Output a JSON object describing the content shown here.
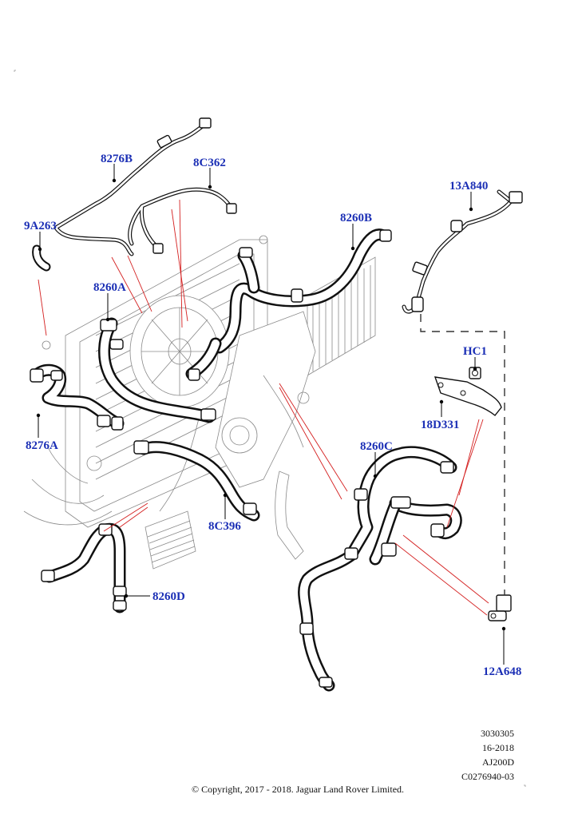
{
  "diagram": {
    "labels": {
      "p8276B": "8276B",
      "p8C362": "8C362",
      "p9A263": "9A263",
      "p13A840": "13A840",
      "p8260B": "8260B",
      "p8260A": "8260A",
      "pHC1": "HC1",
      "p18D331": "18D331",
      "p8276A": "8276A",
      "p8260C": "8260C",
      "p8C396": "8C396",
      "p8260D": "8260D",
      "p12A648": "12A648"
    },
    "label_color": "#1b2fb5",
    "callout_line_color": "#d42020"
  },
  "reference": {
    "line1": "3030305",
    "line2": "16-2018",
    "line3": "AJ200D",
    "line4": "C0276940-03"
  },
  "footer": {
    "copyright": "© Copyright, 2017 - 2018. Jaguar Land Rover Limited."
  }
}
